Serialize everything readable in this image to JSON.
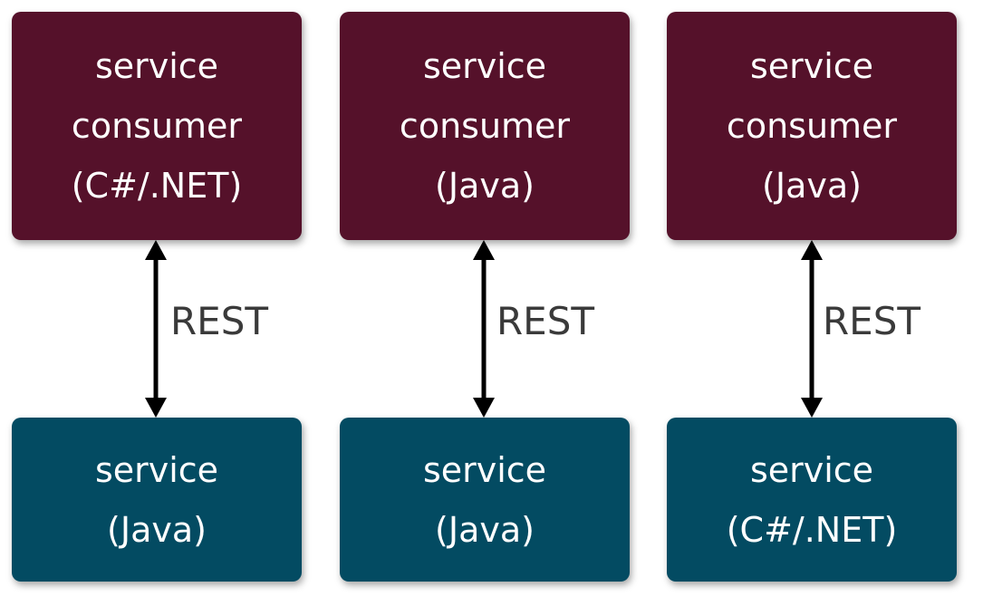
{
  "colors": {
    "consumer_fill": "#55112a",
    "service_fill": "#034b62",
    "text": "#ffffff",
    "connector": "#000000",
    "label": "#3a3a3a"
  },
  "columns": [
    {
      "consumer": {
        "lines": [
          "service",
          "consumer",
          "(C#/.NET)"
        ]
      },
      "connector": {
        "label": "REST",
        "icon": "double-arrow-icon"
      },
      "service": {
        "lines": [
          "service",
          "(Java)"
        ]
      }
    },
    {
      "consumer": {
        "lines": [
          "service",
          "consumer",
          "(Java)"
        ]
      },
      "connector": {
        "label": "REST",
        "icon": "double-arrow-icon"
      },
      "service": {
        "lines": [
          "service",
          "(Java)"
        ]
      }
    },
    {
      "consumer": {
        "lines": [
          "service",
          "consumer",
          "(Java)"
        ]
      },
      "connector": {
        "label": "REST",
        "icon": "double-arrow-icon"
      },
      "service": {
        "lines": [
          "service",
          "(C#/.NET)"
        ]
      }
    }
  ]
}
